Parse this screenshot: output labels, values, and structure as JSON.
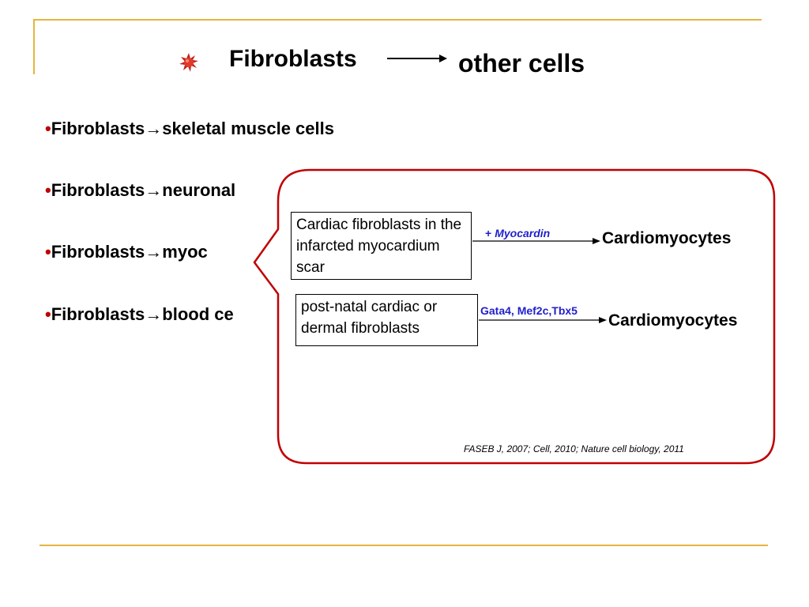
{
  "colors": {
    "frame_accent": "#E5B53E",
    "callout_border": "#C00000",
    "bullet_dot": "#C00000",
    "factor_text": "#1F1FCC"
  },
  "title": {
    "icon": "red-starburst-bullet-icon",
    "left": "Fibroblasts",
    "right": "other cells"
  },
  "bullets": [
    {
      "marker": "•",
      "text": "Fibroblasts→skeletal muscle cells"
    },
    {
      "marker": "•",
      "text": "Fibroblasts→neuronal"
    },
    {
      "marker": "•",
      "text": "Fibroblasts→myoc"
    },
    {
      "marker": "•",
      "text": "Fibroblasts→blood ce"
    }
  ],
  "callout": {
    "box1_text": "Cardiac fibroblasts in the infarcted myocardium scar",
    "factor1_plus": "+",
    "factor1_name": "Myocardin",
    "result1": "Cardiomyocytes",
    "box2_text": "post-natal cardiac or dermal fibroblasts",
    "factor2": "Gata4, Mef2c,Tbx5",
    "result2": "Cardiomyocytes",
    "reference": "FASEB J, 2007; Cell, 2010; Nature cell biology, 2011"
  }
}
